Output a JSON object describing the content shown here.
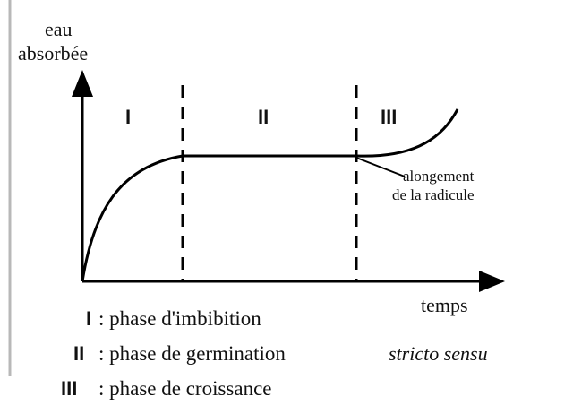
{
  "diagram": {
    "y_axis_label_line1": "eau",
    "y_axis_label_line2": "absorbée",
    "x_axis_label": "temps",
    "phase_labels": [
      "I",
      "II",
      "III"
    ],
    "annotation_line1": "alongement",
    "annotation_line2": "de la radicule"
  },
  "legend": {
    "items": [
      {
        "numeral": "I",
        "text": ": phase d'imbibition"
      },
      {
        "numeral": "II",
        "text": ": phase de germination"
      },
      {
        "numeral": "III",
        "text": ": phase de croissance"
      }
    ],
    "note": "stricto sensu"
  }
}
